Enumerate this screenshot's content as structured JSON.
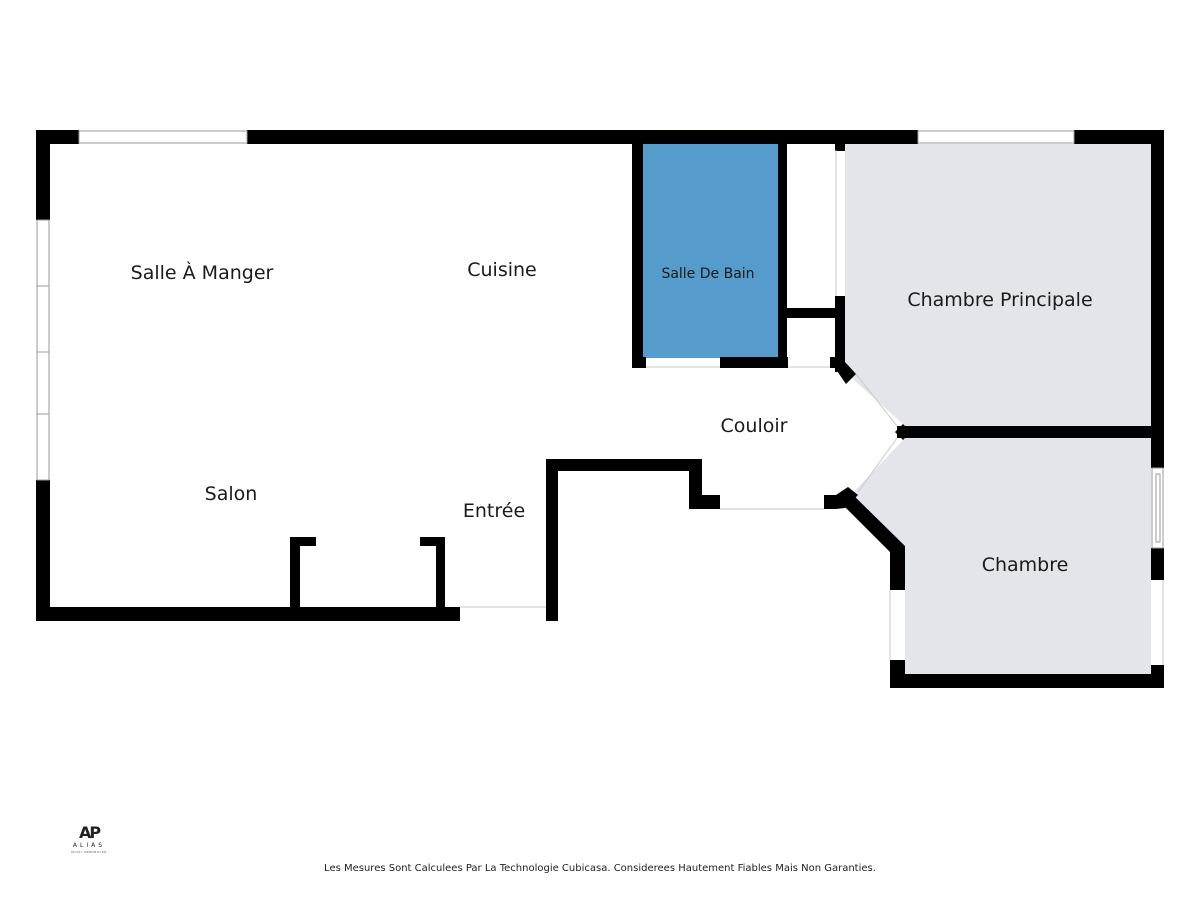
{
  "rooms": {
    "salle_a_manger": "Salle À Manger",
    "cuisine": "Cuisine",
    "salle_de_bain": "Salle De Bain",
    "chambre_principale": "Chambre Principale",
    "couloir": "Couloir",
    "salon": "Salon",
    "entree": "Entrée",
    "chambre": "Chambre"
  },
  "colors": {
    "wall": "#000000",
    "bathroom_fill": "#559bcb",
    "bedroom_fill": "#e4e5ea",
    "window": "#ffffff"
  },
  "logo": {
    "mark": "AP",
    "word": "ALIAS",
    "sub": "MULTI-IMMOBILIER"
  },
  "footer": {
    "disclaimer": "Les Mesures Sont Calculees Par La Technologie Cubicasa. Considerees Hautement Fiables Mais Non Garanties."
  }
}
